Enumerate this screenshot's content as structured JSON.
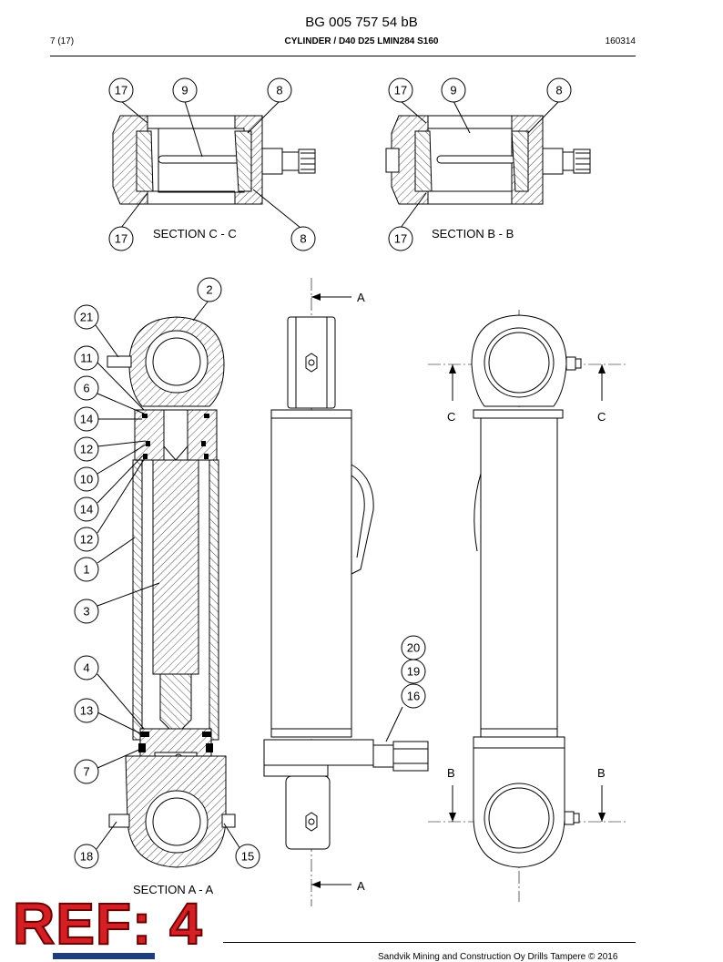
{
  "header": {
    "doc_number": "BG 005 757 54 bB",
    "page": "7 (17)",
    "title": "CYLINDER / D40 D25 LMIN284 S160",
    "date": "160314"
  },
  "sections": {
    "c": "SECTION C - C",
    "b": "SECTION B - B",
    "a": "SECTION A - A"
  },
  "view_markers": {
    "a_top": "A",
    "a_bottom": "A",
    "c_left": "C",
    "c_right": "C",
    "b_left": "B",
    "b_right": "B"
  },
  "callouts": {
    "c_17_top": "17",
    "c_9": "9",
    "c_8_top": "8",
    "c_17_bottom": "17",
    "c_8_bottom": "8",
    "b_17_top": "17",
    "b_9": "9",
    "b_8": "8",
    "b_17_bottom": "17",
    "a_2": "2",
    "a_21": "21",
    "a_11": "11",
    "a_6": "6",
    "a_14a": "14",
    "a_12a": "12",
    "a_10": "10",
    "a_14b": "14",
    "a_12b": "12",
    "a_1": "1",
    "a_3": "3",
    "a_4": "4",
    "a_13": "13",
    "a_7": "7",
    "a_18": "18",
    "a_15": "15",
    "s_20": "20",
    "s_19": "19",
    "s_16": "16"
  },
  "stamp": "REF: 4",
  "footer": "Sandvik Mining and Construction Oy Drills Tampere © 2016"
}
